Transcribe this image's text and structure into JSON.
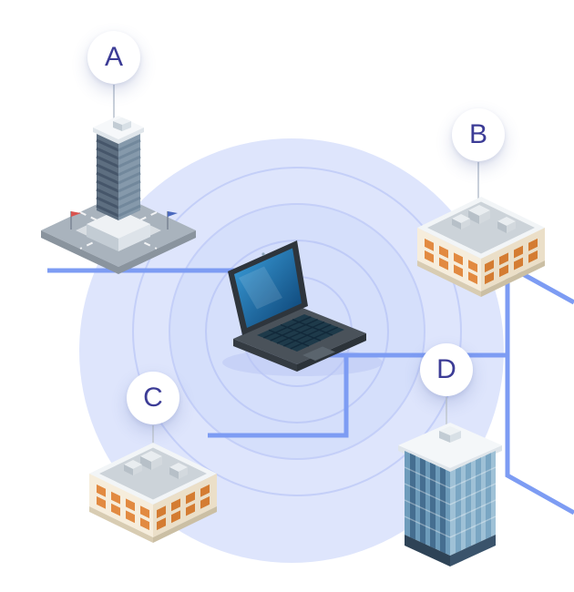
{
  "diagram": {
    "hub": {
      "device": "laptop"
    },
    "nodes": [
      {
        "id": "A",
        "label": "A",
        "building": "city-skyscraper",
        "position": "top-left"
      },
      {
        "id": "B",
        "label": "B",
        "building": "office-building",
        "position": "right"
      },
      {
        "id": "C",
        "label": "C",
        "building": "office-building",
        "position": "bottom-left"
      },
      {
        "id": "D",
        "label": "D",
        "building": "glass-tower",
        "position": "bottom-right"
      }
    ],
    "colors": {
      "background": "#ffffff",
      "coverage_circle": "#dee5fc",
      "ripple_rings": "#c4cff8",
      "connector_line": "#7d9cf3",
      "badge_background": "#ffffff",
      "badge_text": "#3c3c96",
      "laptop_screen": "#1c6cb0",
      "office_windows": "#e28a41",
      "glass_tower": "#6e9cbb"
    }
  }
}
